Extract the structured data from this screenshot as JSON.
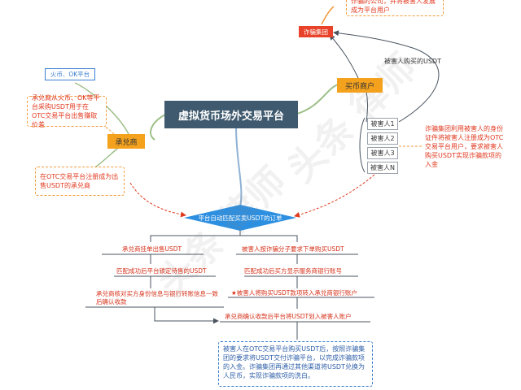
{
  "title": "虚拟货币场外交易平台",
  "nodes": {
    "fraud_group": "诈骗集团",
    "buyer": "买币商户",
    "seller": "承兑商",
    "platforms": "火币、OK平台",
    "match": "平台自动匹配买卖USDT的订单"
  },
  "victims": [
    "被害人1",
    "被害人2",
    "被害人3",
    "被害人N"
  ],
  "edge_labels": {
    "victim_buy": "被害人购买的USDT"
  },
  "notes": {
    "top": "诈骗的公司，并将被害人发展成为平台用户",
    "seller_buy": "承兑商从火币、OK等平台采购USDT用于在OTC交易平台出售赚取价差",
    "seller_register": "在OTC交易平台注册成为出售USDT的承兑商",
    "fraud_method": "诈骗集团利用被害人的身份证件将被害人注册成为OTC交易平台用户，要求被害人购买USDT实现诈骗款项的入金",
    "bottom": "被害人在OTC交易平台购买USDT后，按照诈骗集团的要求将USDT交付诈骗平台，以完成诈骗款项的入金。诈骗集团再通过其他渠道将USDT兑换为人民币，实现诈骗款项的洗白。"
  },
  "steps": {
    "left": [
      "承兑商挂单出售USDT",
      "匹配成功后平台锁定待售的USDT",
      "承兑商核对买方身份信息与银行转账信息一致后确认收款"
    ],
    "right": [
      "被害人按诈骗分子要求下单购买USDT",
      "匹配成功后买方显示服务商银行账号",
      "★被害人将购买USDT款项转入承兑商银行账户"
    ],
    "final": "承兑商确认收款后平台将USDT划入被害人账户"
  },
  "colors": {
    "title_bg": "#3f5a6e",
    "red_box": "#e8432a",
    "orange_box": "#f4a21e",
    "blue_box": "#3b7fd0",
    "diamond": "#2d8fe0",
    "dashed_red": "#e0391f",
    "dashed_orange": "#f39a3a",
    "line_dark": "#4a5560",
    "line_blue": "#8fb1d4",
    "line_green": "#9cbf87"
  }
}
